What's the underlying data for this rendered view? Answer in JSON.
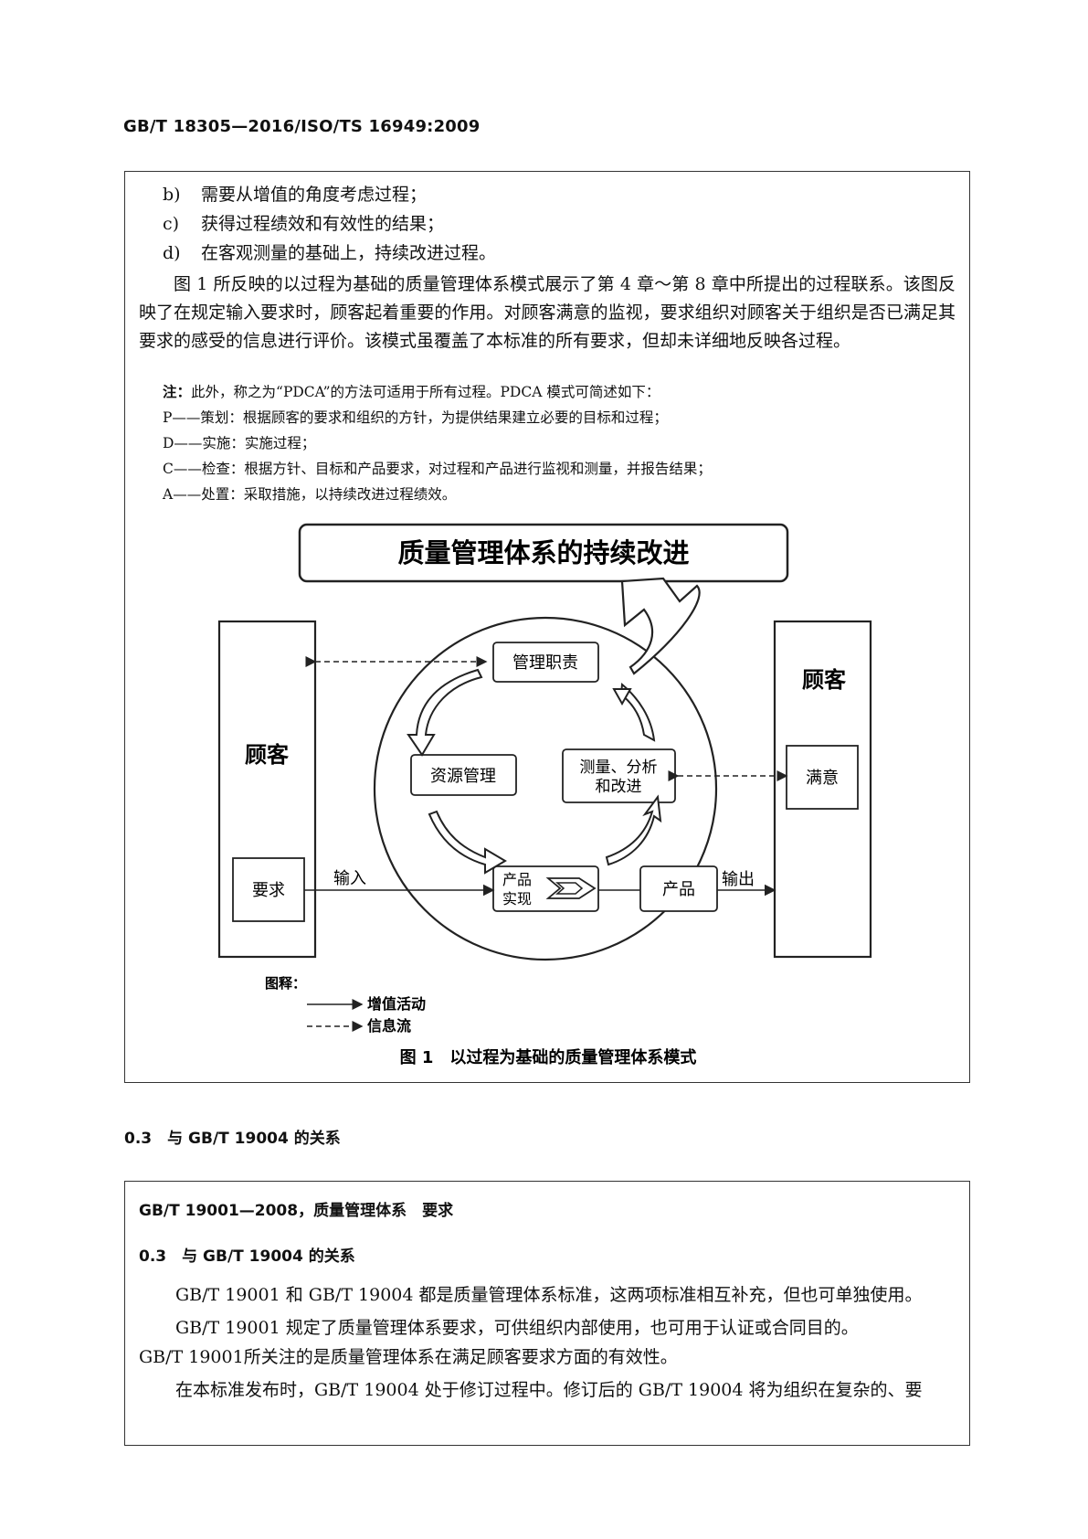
{
  "header": {
    "code": "GB/T 18305—2016/ISO/TS 16949:2009"
  },
  "top_box": {
    "list_items": [
      {
        "label": "b)",
        "text": "需要从增值的角度考虑过程；"
      },
      {
        "label": "c)",
        "text": "获得过程绩效和有效性的结果；"
      },
      {
        "label": "d)",
        "text": "在客观测量的基础上，持续改进过程。"
      }
    ],
    "paragraph": "图 1 所反映的以过程为基础的质量管理体系模式展示了第 4 章～第 8 章中所提出的过程联系。该图反映了在规定输入要求时，顾客起着重要的作用。对顾客满意的监视，要求组织对顾客关于组织是否已满足其要求的感受的信息进行评价。该模式虽覆盖了本标准的所有要求，但却未详细地反映各过程。",
    "note": {
      "label": "注：",
      "intro": "此外，称之为“PDCA”的方法可适用于所有过程。PDCA 模式可简述如下：",
      "items": [
        "P——策划：根据顾客的要求和组织的方针，为提供结果建立必要的目标和过程；",
        "D——实施：实施过程；",
        "C——检查：根据方针、目标和产品要求，对过程和产品进行监视和测量，并报告结果；",
        "A——处置：采取措施，以持续改进过程绩效。"
      ]
    },
    "figure": {
      "top_title": "质量管理体系的持续改进",
      "customer_left": "顾客",
      "customer_right": "顾客",
      "requirements": "要求",
      "satisfaction": "满意",
      "management": "管理职责",
      "resources": "资源管理",
      "measurement_line1": "测量、分析",
      "measurement_line2": "和改进",
      "realization_line1": "产品",
      "realization_line2": "实现",
      "product": "产品",
      "input": "输入",
      "output": "输出",
      "legend_title": "图释：",
      "legend_value": "增值活动",
      "legend_info": "信息流",
      "caption": "图 1　以过程为基础的质量管理体系模式"
    }
  },
  "section": "0.3　与 GB/T 19004 的关系",
  "bottom_box": {
    "title": "GB/T 19001—2008，质量管理体系　要求",
    "subtitle": "0.3　与 GB/T 19004 的关系",
    "para1": "GB/T 19001 和 GB/T 19004 都是质量管理体系标准，这两项标准相互补充，但也可单独使用。",
    "para2_line1": "GB/T 19001 规定了质量管理体系要求，可供组织内部使用，也可用于认证或合同目的。",
    "para2_line2": "GB/T 19001所关注的是质量管理体系在满足顾客要求方面的有效性。",
    "para3": "在本标准发布时，GB/T 19004 处于修订过程中。修订后的 GB/T 19004 将为组织在复杂的、要"
  }
}
